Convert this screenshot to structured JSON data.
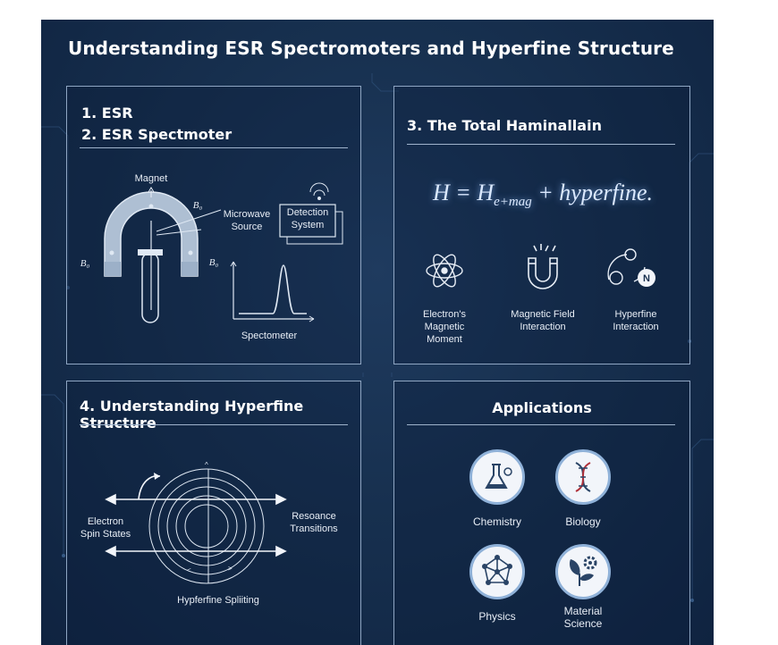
{
  "title": "Understanding ESR Spectromoters and Hyperfine Structure",
  "panel1": {
    "title_line1": "1. ESR",
    "title_line2": "2. ESR Spectmoter",
    "labels": {
      "magnet": "Magnet",
      "b0_top": "B₀",
      "b0_left": "B₀",
      "b0_right": "B₀",
      "microwave": "Microwave\nSource",
      "detection": "Detection\nSystem",
      "spectometer": "Spectometer"
    }
  },
  "panel3": {
    "title": "3. The Total Haminallain",
    "formula": {
      "h": "H",
      "eq": "=",
      "he": "H",
      "sub_e": "e",
      "plus_mag": "+mag",
      "rest": "+ hyperfine."
    },
    "icons": [
      {
        "icon": "atom-icon",
        "label": "Electron's\nMagnetic\nMoment"
      },
      {
        "icon": "magnet-icon",
        "label": "Magnetic Field\nInteraction"
      },
      {
        "icon": "nucleus-icon",
        "label": "Hyperfine\nInteraction"
      }
    ]
  },
  "panel4": {
    "title": "4. Understanding Hyperfine Structure",
    "labels": {
      "electron_spin": "Electron\nSpin States",
      "resonance": "Resoance\nTransitions",
      "splitting": "Hypferfine Spliiting"
    }
  },
  "applications": {
    "title": "Applications",
    "items": [
      {
        "icon": "flask-icon",
        "label": "Chemistry"
      },
      {
        "icon": "dna-icon",
        "label": "Biology"
      },
      {
        "icon": "molecule-icon",
        "label": "Physics"
      },
      {
        "icon": "plant-gear-icon",
        "label": "Material\nScience"
      }
    ]
  }
}
